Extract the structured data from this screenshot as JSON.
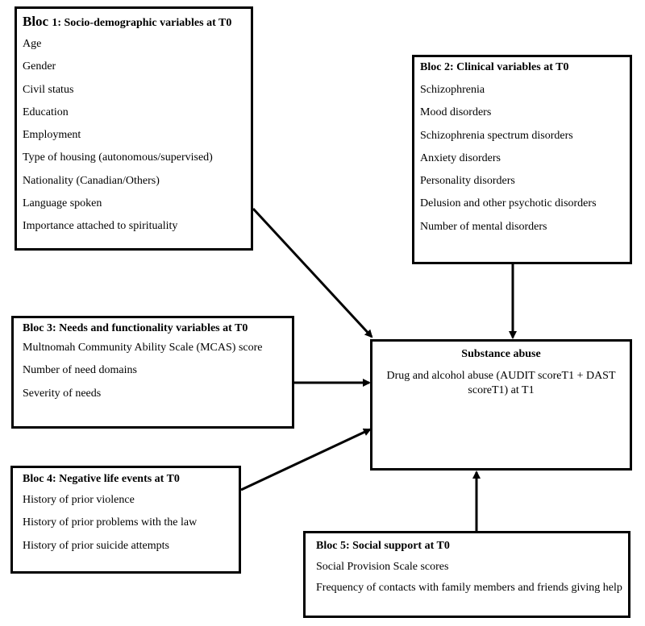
{
  "bloc1": {
    "title_lead": "Bloc ",
    "title_rest": "1: Socio-demographic variables at T0",
    "items": [
      "Age",
      "Gender",
      "Civil status",
      "Education",
      "Employment",
      "Type of housing (autonomous/supervised)",
      "Nationality (Canadian/Others)",
      "Language spoken",
      "Importance attached to spirituality"
    ]
  },
  "bloc2": {
    "title": "Bloc 2: Clinical variables at T0",
    "items": [
      "Schizophrenia",
      "Mood disorders",
      "Schizophrenia spectrum disorders",
      "Anxiety disorders",
      "Personality disorders",
      "Delusion and other psychotic disorders",
      "Number of mental disorders"
    ]
  },
  "bloc3": {
    "title": "Bloc 3:  Needs and functionality variables at T0",
    "items": [
      "Multnomah Community Ability Scale (MCAS) score",
      "Number of need domains",
      "Severity of needs"
    ]
  },
  "bloc4": {
    "title": "Bloc 4:  Negative life events at T0",
    "items": [
      "History of prior violence",
      "History of prior problems with the law",
      "History of prior suicide attempts"
    ]
  },
  "bloc5": {
    "title": "Bloc 5: Social support at T0",
    "items": [
      "Social Provision Scale scores",
      "Frequency of contacts with family members and friends giving help"
    ]
  },
  "target": {
    "title": "Substance abuse",
    "desc": "Drug and alcohol abuse (AUDIT scoreT1 + DAST scoreT1) at T1"
  }
}
